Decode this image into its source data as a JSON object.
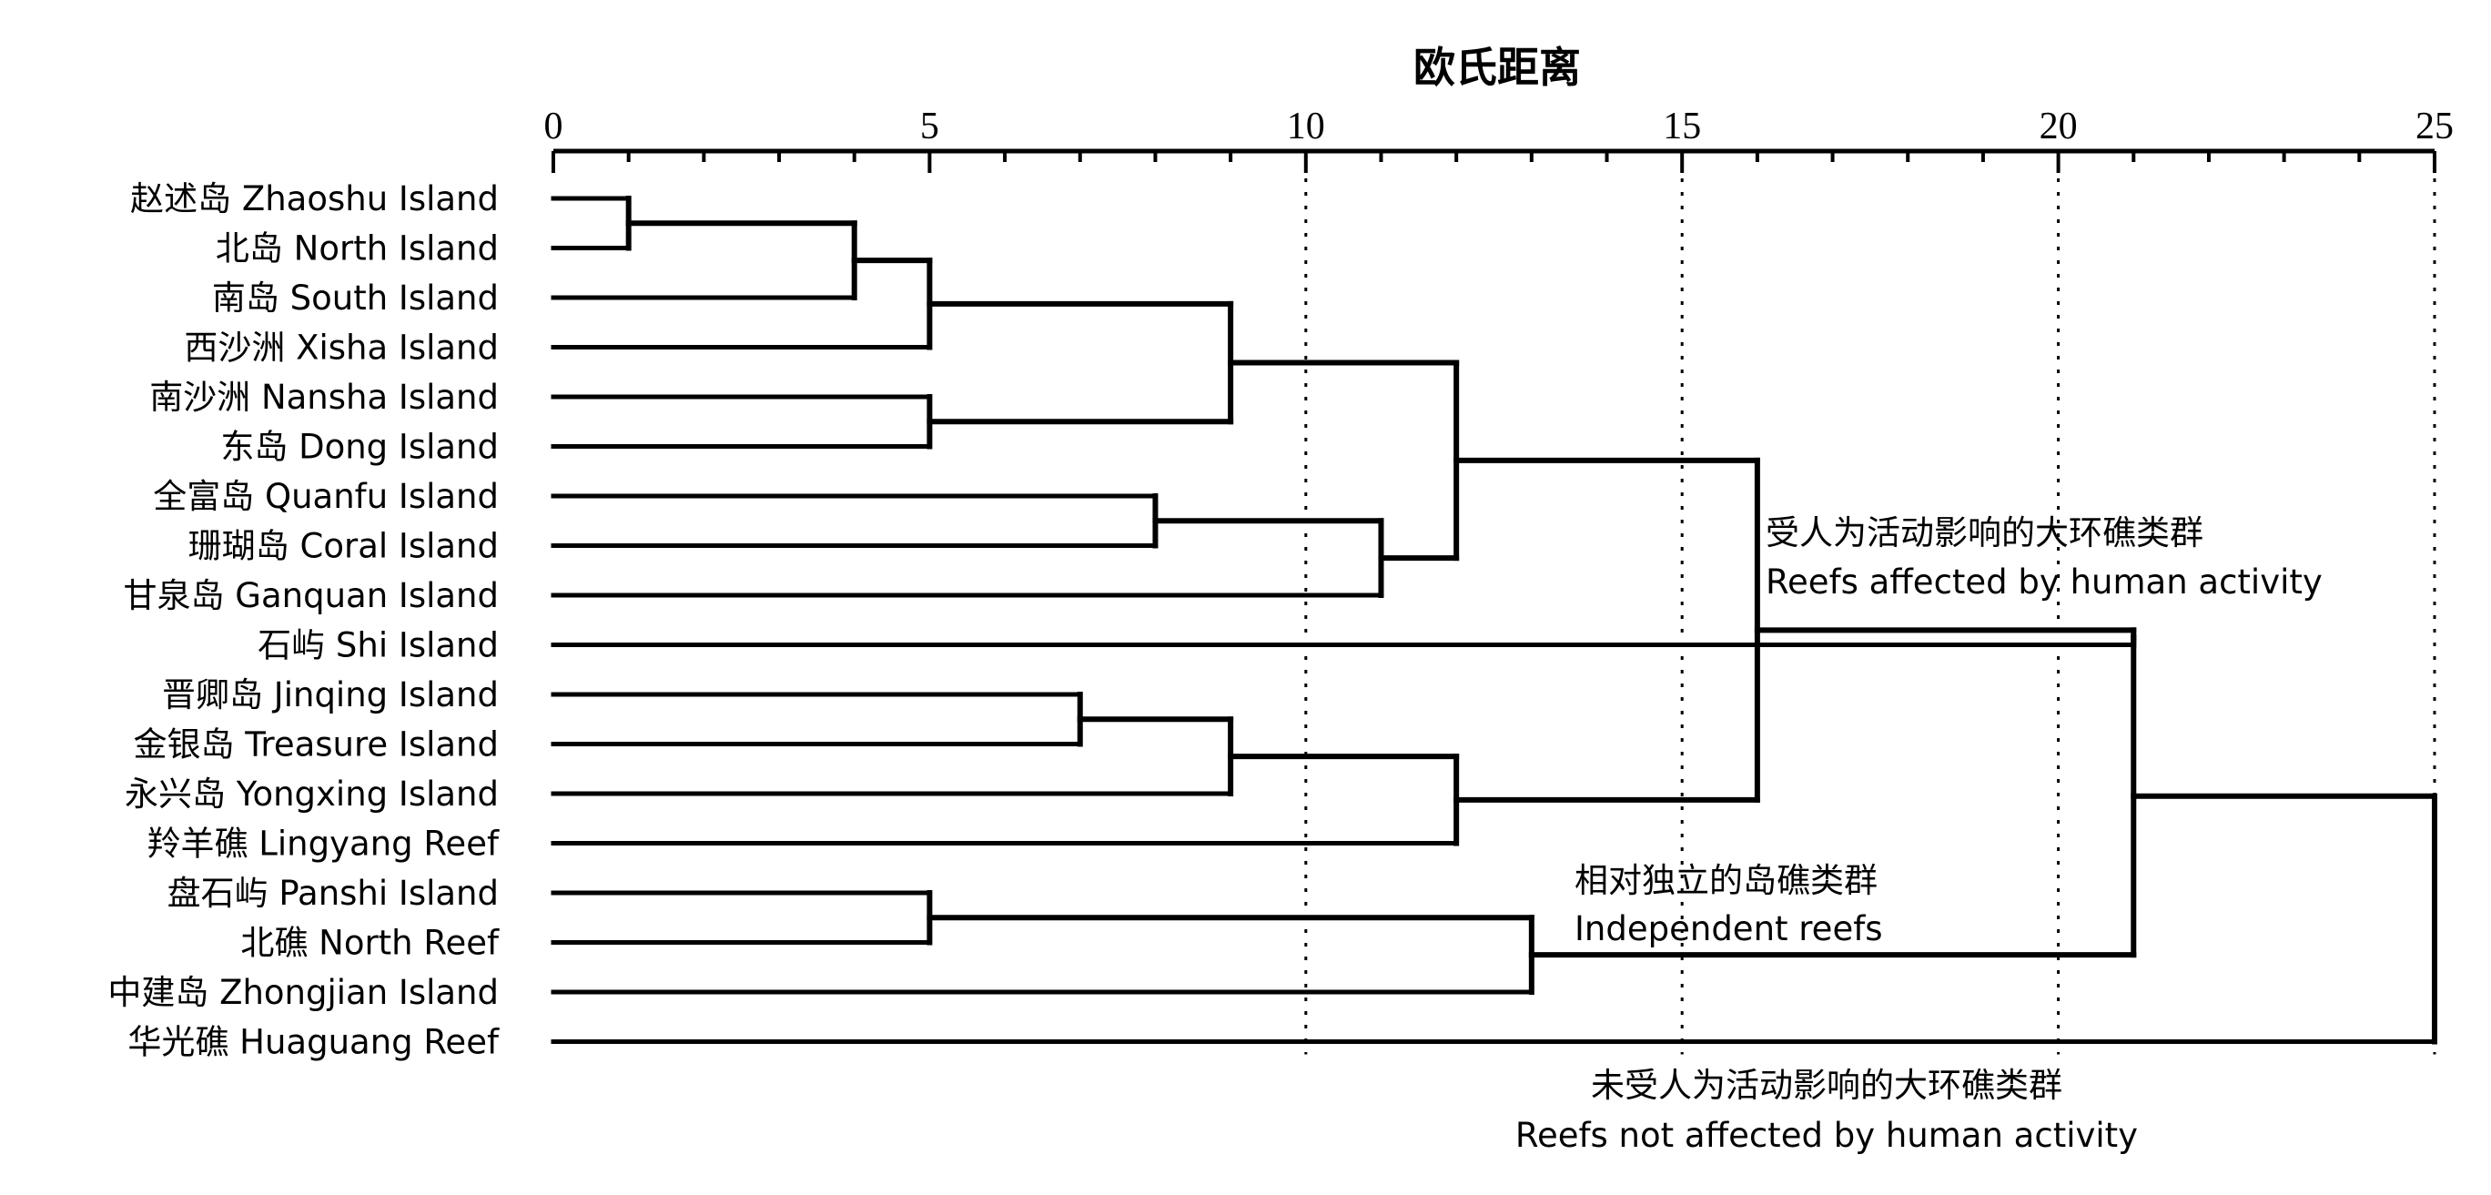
{
  "chart_data": {
    "type": "dendrogram",
    "title": "欧氏距离",
    "xlim": [
      0,
      25
    ],
    "x_ticks": [
      "0",
      "5",
      "10",
      "15",
      "20",
      "25"
    ],
    "reference_lines": [
      10,
      15,
      20,
      25
    ],
    "leaves": [
      "赵述岛 Zhaoshu Island",
      "北岛 North Island",
      "南岛 South Island",
      "西沙洲 Xisha Island",
      "南沙洲 Nansha Island",
      "东岛 Dong Island",
      "全富岛 Quanfu Island",
      "珊瑚岛 Coral Island",
      "甘泉岛 Ganquan Island",
      "石屿 Shi Island",
      "晋卿岛 Jinqing Island",
      "金银岛 Treasure Island",
      "永兴岛 Yongxing Island",
      "羚羊礁 Lingyang Reef",
      "盘石屿 Panshi Island",
      "北礁 North Reef",
      "中建岛 Zhongjian Island",
      "华光礁 Huaguang Reef"
    ],
    "merges": [
      {
        "id": "m1",
        "children": [
          0,
          1
        ],
        "height": 1.0
      },
      {
        "id": "m2",
        "children": [
          "m1",
          2
        ],
        "height": 4.0
      },
      {
        "id": "m3",
        "children": [
          "m2",
          3
        ],
        "height": 5.0
      },
      {
        "id": "m4",
        "children": [
          4,
          5
        ],
        "height": 5.0
      },
      {
        "id": "m5",
        "children": [
          "m3",
          "m4"
        ],
        "height": 9.0
      },
      {
        "id": "m6",
        "children": [
          6,
          7
        ],
        "height": 8.0
      },
      {
        "id": "m7",
        "children": [
          "m6",
          8
        ],
        "height": 11.0
      },
      {
        "id": "m8",
        "children": [
          "m5",
          "m7"
        ],
        "height": 12.0
      },
      {
        "id": "m9",
        "children": [
          10,
          11
        ],
        "height": 7.0
      },
      {
        "id": "m10",
        "children": [
          "m9",
          12
        ],
        "height": 9.0
      },
      {
        "id": "m11",
        "children": [
          "m10",
          13
        ],
        "height": 12.0
      },
      {
        "id": "m12",
        "children": [
          "m8",
          "m11"
        ],
        "height": 16.0
      },
      {
        "id": "m13",
        "children": [
          14,
          15
        ],
        "height": 5.0
      },
      {
        "id": "m14",
        "children": [
          "m13",
          16
        ],
        "height": 13.0
      },
      {
        "id": "m15",
        "children": [
          9,
          "m12"
        ],
        "height": 21.0
      },
      {
        "id": "m16",
        "children": [
          "m15",
          "m14"
        ],
        "height": 21.0
      },
      {
        "id": "m17",
        "children": [
          "m16",
          17
        ],
        "height": 25.0
      }
    ],
    "annotations": [
      {
        "cn": "受人为活动影响的大环礁类群",
        "en": "Reefs affected by human activity"
      },
      {
        "cn": "相对独立的岛礁类群",
        "en": "Independent reefs"
      },
      {
        "cn": "未受人为活动影响的大环礁类群",
        "en": "Reefs not affected by human activity"
      }
    ]
  }
}
